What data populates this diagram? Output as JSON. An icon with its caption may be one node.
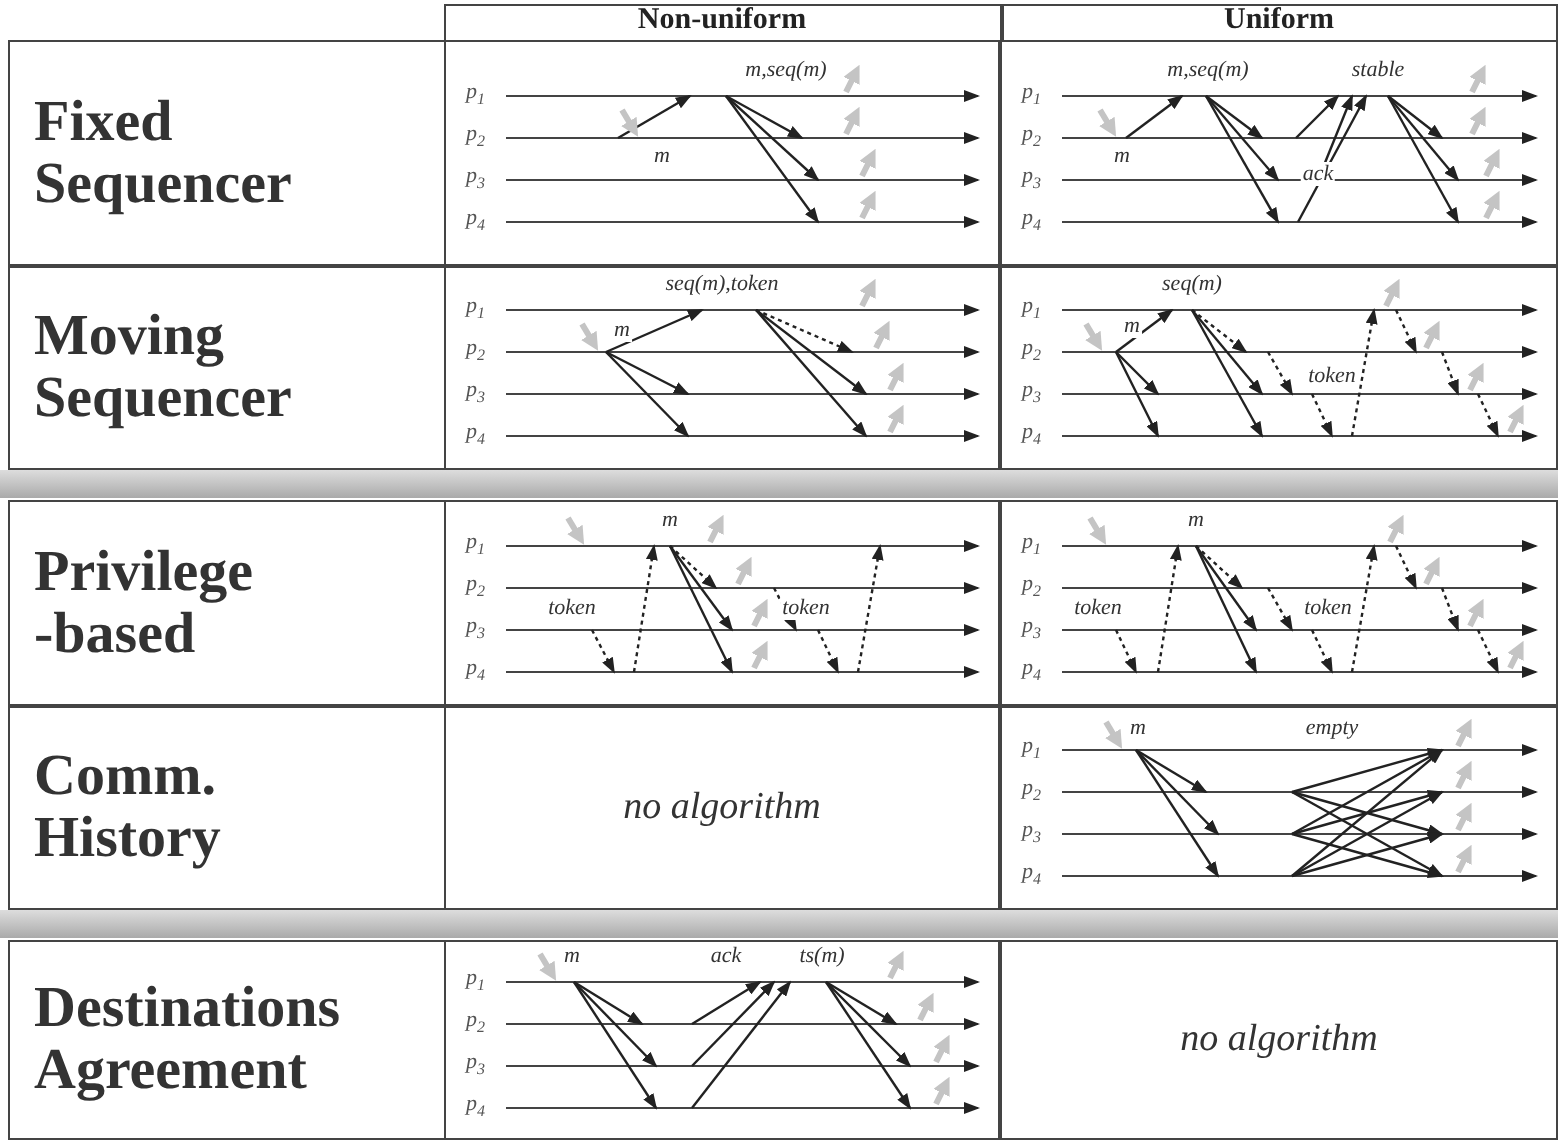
{
  "diagram": {
    "labels": [
      "Non-uniform",
      "Uniform",
      "Fixed Sequencer",
      "m,seq(m)",
      "m",
      "p$_{1}$",
      "p$_{2}$",
      "p$_{3}$",
      "p$_{4}$",
      "m,seq(m)",
      "stable",
      "m",
      "ack",
      "p$_{1}$",
      "p$_{2}$",
      "p$_{3}$",
      "p$_{4}$",
      "Moving Sequencer",
      "seq(m),token",
      "m",
      "p$_{1}$",
      "p$_{2}$",
      "p$_{3}$",
      "p$_{4}$",
      "seq(m)",
      "m",
      "token",
      "p$_{1}$",
      "p$_{2}$",
      "p$_{3}$",
      "p$_{4}$",
      "Privilege -based",
      "m",
      "token",
      "token",
      "p$_{1}$",
      "p$_{2}$",
      "p$_{3}$",
      "p$_{4}$",
      "m",
      "token",
      "token",
      "p$_{1}$",
      "p$_{2}$",
      "p$_{3}$",
      "p$_{4}$",
      "Comm. History",
      "no algorithm",
      "m",
      "empty",
      "p$_{1}$",
      "p$_{2}$",
      "p$_{3}$",
      "p$_{4}$",
      "Destinations Agreement",
      "m",
      "ack",
      "ts(m)",
      "p$_{1}$",
      "p$_{2}$",
      "p$_{3}$",
      "p$_{4}$",
      "no algorithm"
    ]
  }
}
